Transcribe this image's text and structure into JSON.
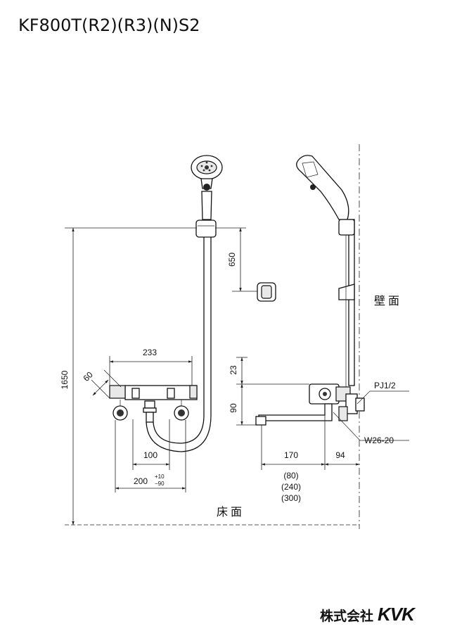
{
  "title": "KF800T(R2)(R3)(N)S2",
  "brand": {
    "japanese": "株式会社",
    "name": "KVK"
  },
  "labels": {
    "wall": "壁面",
    "floor": "床面",
    "pj": "PJ1/2",
    "w26": "W26-20"
  },
  "dimensions": {
    "height_total": "1650",
    "slide_bar": "650",
    "body_width": "233",
    "angle": "60",
    "pitch_100": "100",
    "pitch_200": "200",
    "tol_plus": "+10",
    "tol_minus": "−90",
    "top_23": "23",
    "height_90": "90",
    "spout_170": "170",
    "depth_94": "94",
    "spout_80": "(80)",
    "spout_240": "(240)",
    "spout_300": "(300)"
  }
}
